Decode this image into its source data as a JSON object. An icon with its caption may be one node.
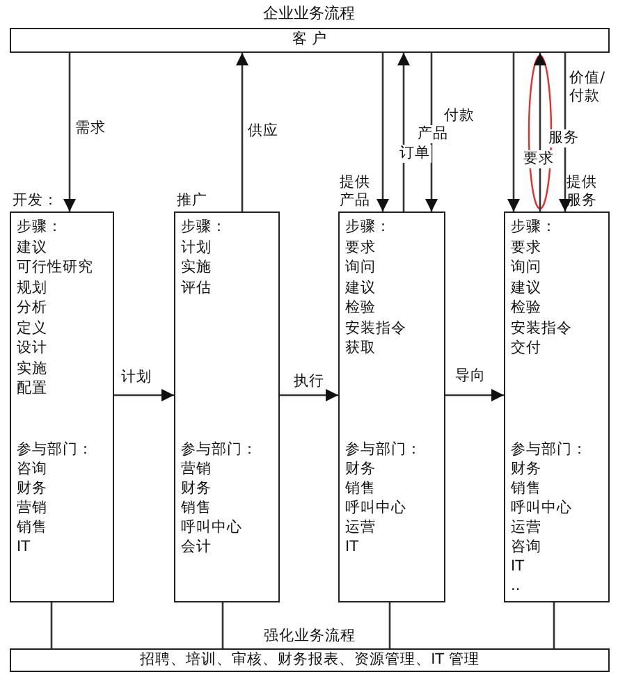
{
  "diagram": {
    "title": "企业业务流程",
    "nodes": [
      {
        "text": [
          "客 户"
        ]
      },
      {
        "text": [
          "开发：",
          "步骤：",
          "建议",
          "可行性研究",
          "规划",
          "分析",
          "定义",
          "设计",
          "实施",
          "配置",
          "参与部门：",
          "咨询",
          "财务",
          "营销",
          "销售",
          "IT"
        ]
      },
      {
        "text": [
          "推广",
          "步骤：",
          "计划",
          "实施",
          "评估",
          "参与部门：",
          "营销",
          "财务",
          "销售",
          "呼叫中心",
          "会计"
        ]
      },
      {
        "text": [
          "提供产品",
          "步骤：",
          "要求",
          "询问",
          "建议",
          "检验",
          "安装指令",
          "获取",
          "参与部门：",
          "财务",
          "销售",
          "呼叫中心",
          "运营",
          "IT"
        ]
      },
      {
        "text": [
          "提供服务",
          "步骤：",
          "要求",
          "询问",
          "建议",
          "检验",
          "安装指令",
          "交付",
          "参与部门：",
          "财务",
          "销售",
          "呼叫中心",
          "运营",
          "咨询",
          "IT",
          ".."
        ]
      },
      {
        "text": [
          "强化业务流程",
          "招聘、培训、审核、财务报表、资源管理、IT 管理"
        ]
      }
    ],
    "edges": [
      {
        "from": 0,
        "to": 1,
        "arrow": "to",
        "label": "需求"
      },
      {
        "from": 2,
        "to": 0,
        "arrow": "to",
        "label": "供应"
      },
      {
        "from": 0,
        "to": 3,
        "arrow": "to",
        "label": "订单"
      },
      {
        "from": 3,
        "to": 0,
        "arrow": "to",
        "label": "产品"
      },
      {
        "from": 0,
        "to": 3,
        "arrow": "to",
        "label": "付款"
      },
      {
        "from": 0,
        "to": 4,
        "arrow": "to",
        "label": "要求"
      },
      {
        "from": 4,
        "to": 0,
        "arrow": "to",
        "label": "服务"
      },
      {
        "from": 0,
        "to": 4,
        "arrow": "to",
        "label": "价值/付款"
      },
      {
        "from": 1,
        "to": 2,
        "arrow": "to",
        "label": "计划"
      },
      {
        "from": 2,
        "to": 3,
        "arrow": "to",
        "label": "执行"
      },
      {
        "from": 3,
        "to": 4,
        "arrow": "to",
        "label": "导向"
      },
      {
        "from": 1,
        "to": 5,
        "arrow": "none"
      },
      {
        "from": 2,
        "to": 5,
        "arrow": "none"
      },
      {
        "from": 3,
        "to": 5,
        "arrow": "none"
      },
      {
        "from": 4,
        "to": 5,
        "arrow": "none"
      }
    ]
  }
}
